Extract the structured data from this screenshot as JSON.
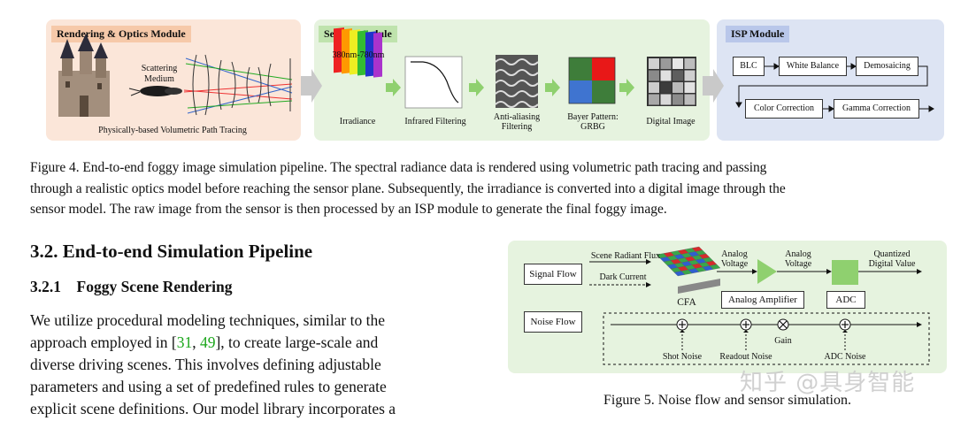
{
  "figure4": {
    "rendering": {
      "title": "Rendering & Optics Module",
      "medium_label_1": "Scattering",
      "medium_label_2": "Medium",
      "bottom_label": "Physically-based Volumetric Path Tracing"
    },
    "sensor": {
      "title": "Sensor Module",
      "wavelength_label": "380nm-780nm",
      "steps": [
        "Irradiance",
        "Infrared Filtering",
        "Anti-aliasing",
        "Filtering",
        "Bayer Pattern:",
        "GRBG",
        "Digital Image"
      ]
    },
    "isp": {
      "title": "ISP Module",
      "boxes": [
        "BLC",
        "White Balance",
        "Demosaicing",
        "Color Correction",
        "Gamma Correction"
      ]
    },
    "caption_lines": [
      "Figure 4.  End-to-end foggy image simulation pipeline.  The spectral radiance data is rendered using volumetric path tracing and passing",
      "through a realistic optics model before reaching the sensor plane. Subsequently, the irradiance is converted into a digital image through the",
      "sensor model. The raw image from the sensor is then processed by an ISP module to generate the final foggy image."
    ],
    "colors": {
      "render_bg": "#fbe6d9",
      "sensor_bg": "#e6f3df",
      "isp_bg": "#dde4f3",
      "arrow_gray": "#c9c9c9",
      "arrow_green": "#8fd06f"
    }
  },
  "section": {
    "heading": "3.2. End-to-end Simulation Pipeline",
    "subheading": "3.2.1    Foggy Scene Rendering",
    "body": {
      "line1": "We utilize procedural modeling techniques, similar to the",
      "line2_a": "approach employed in [",
      "cite1": "31",
      "cite_sep": ", ",
      "cite2": "49",
      "line2_b": "], to create large-scale and",
      "line3": "diverse driving scenes.  This involves defining adjustable",
      "line4": "parameters and using a set of predefined rules to generate",
      "line5": "explicit scene definitions. Our model library incorporates a"
    }
  },
  "figure5": {
    "signal_flow": "Signal Flow",
    "noise_flow": "Noise Flow",
    "scene_radiant_flux": "Scene Radiant Flux",
    "dark_current": "Dark Current",
    "cfa": "CFA",
    "analog_voltage": "Analog",
    "voltage": "Voltage",
    "analog_amplifier": "Analog Amplifier",
    "adc": "ADC",
    "quantized_1": "Quantized",
    "quantized_2": "Digital Value",
    "gain": "Gain",
    "shot_noise": "Shot Noise",
    "readout_noise": "Readout Noise",
    "adc_noise": "ADC Noise",
    "caption": "Figure 5. Noise flow and sensor simulation."
  },
  "watermark": "知乎 @具身智能"
}
